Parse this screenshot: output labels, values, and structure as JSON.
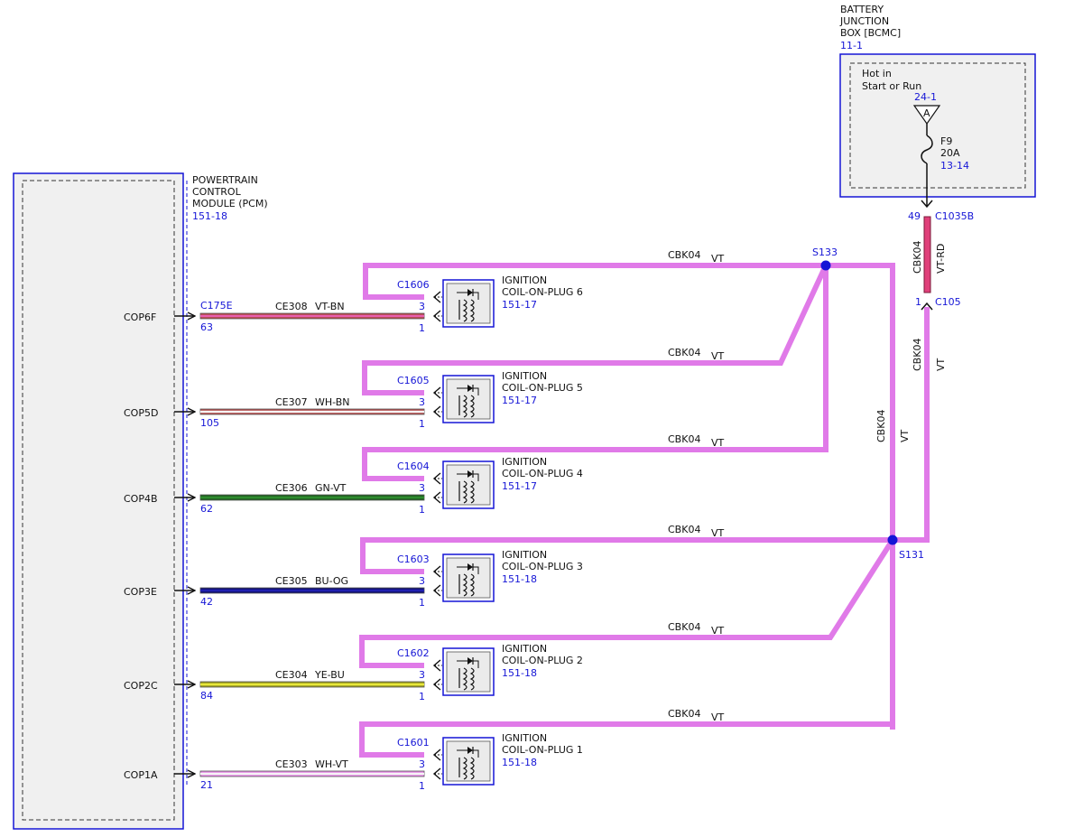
{
  "pcm": {
    "title_lines": [
      "POWERTRAIN",
      "CONTROL",
      "MODULE (PCM)"
    ],
    "ref": "151-18",
    "connector": "C175E"
  },
  "bjb": {
    "title_lines": [
      "BATTERY",
      "JUNCTION",
      "BOX [BCMC]"
    ],
    "ref": "11-1",
    "hot_lines": [
      "Hot in",
      "Start or Run"
    ],
    "feed_ref": "24-1",
    "feed_letter": "A",
    "fuse": {
      "name": "F9",
      "rating": "20A",
      "ref": "13-14"
    },
    "pin": "49",
    "connector": "C1035B"
  },
  "feed": {
    "upper_circuit": "CBK04",
    "upper_color": "VT-RD",
    "inline_pin": "1",
    "inline_connector": "C105",
    "lower_circuit": "CBK04",
    "lower_color": "VT"
  },
  "splices": [
    {
      "name": "S133"
    },
    {
      "name": "S131"
    }
  ],
  "trunk": {
    "circuit": "CBK04",
    "color": "VT"
  },
  "colors": {
    "frame": "#1515d6",
    "link_text": "#1515d6",
    "vt_wire": "#e07ae8",
    "vt_rd_wire": "#e0407a",
    "module_fill": "#f0f0f0",
    "coil_fill": "#ebebeb"
  },
  "coils": [
    {
      "signal": "COP6F",
      "pcm_pin": "63",
      "circuit": "CE308",
      "wire_color": "VT-BN",
      "stripes": [
        "#e85fb0",
        "#b34a4a"
      ],
      "connector": "C1606",
      "pin_power": "3",
      "pin_signal": "1",
      "title_lines": [
        "IGNITION",
        "COIL-ON-PLUG 6"
      ],
      "ref": "151-17",
      "feed_circuit": "CBK04",
      "feed_color": "VT"
    },
    {
      "signal": "COP5D",
      "pcm_pin": "105",
      "circuit": "CE307",
      "wire_color": "WH-BN",
      "stripes": [
        "#f4f4f4",
        "#b34a4a"
      ],
      "connector": "C1605",
      "pin_power": "3",
      "pin_signal": "1",
      "title_lines": [
        "IGNITION",
        "COIL-ON-PLUG 5"
      ],
      "ref": "151-17",
      "feed_circuit": "CBK04",
      "feed_color": "VT"
    },
    {
      "signal": "COP4B",
      "pcm_pin": "62",
      "circuit": "CE306",
      "wire_color": "GN-VT",
      "stripes": [
        "#2e8b2e",
        "#1f5f1f"
      ],
      "connector": "C1604",
      "pin_power": "3",
      "pin_signal": "1",
      "title_lines": [
        "IGNITION",
        "COIL-ON-PLUG 4"
      ],
      "ref": "151-17",
      "feed_circuit": "CBK04",
      "feed_color": "VT"
    },
    {
      "signal": "COP3E",
      "pcm_pin": "42",
      "circuit": "CE305",
      "wire_color": "BU-OG",
      "stripes": [
        "#2020b0",
        "#101070"
      ],
      "connector": "C1603",
      "pin_power": "3",
      "pin_signal": "1",
      "title_lines": [
        "IGNITION",
        "COIL-ON-PLUG 3"
      ],
      "ref": "151-18",
      "feed_circuit": "CBK04",
      "feed_color": "VT"
    },
    {
      "signal": "COP2C",
      "pcm_pin": "84",
      "circuit": "CE304",
      "wire_color": "YE-BU",
      "stripes": [
        "#e8e83a",
        "#9a9a20"
      ],
      "connector": "C1602",
      "pin_power": "3",
      "pin_signal": "1",
      "title_lines": [
        "IGNITION",
        "COIL-ON-PLUG 2"
      ],
      "ref": "151-18",
      "feed_circuit": "CBK04",
      "feed_color": "VT"
    },
    {
      "signal": "COP1A",
      "pcm_pin": "21",
      "circuit": "CE303",
      "wire_color": "WH-VT",
      "stripes": [
        "#f4f4f4",
        "#e88ae8"
      ],
      "connector": "C1601",
      "pin_power": "3",
      "pin_signal": "1",
      "title_lines": [
        "IGNITION",
        "COIL-ON-PLUG 1"
      ],
      "ref": "151-18",
      "feed_circuit": "CBK04",
      "feed_color": "VT"
    }
  ]
}
